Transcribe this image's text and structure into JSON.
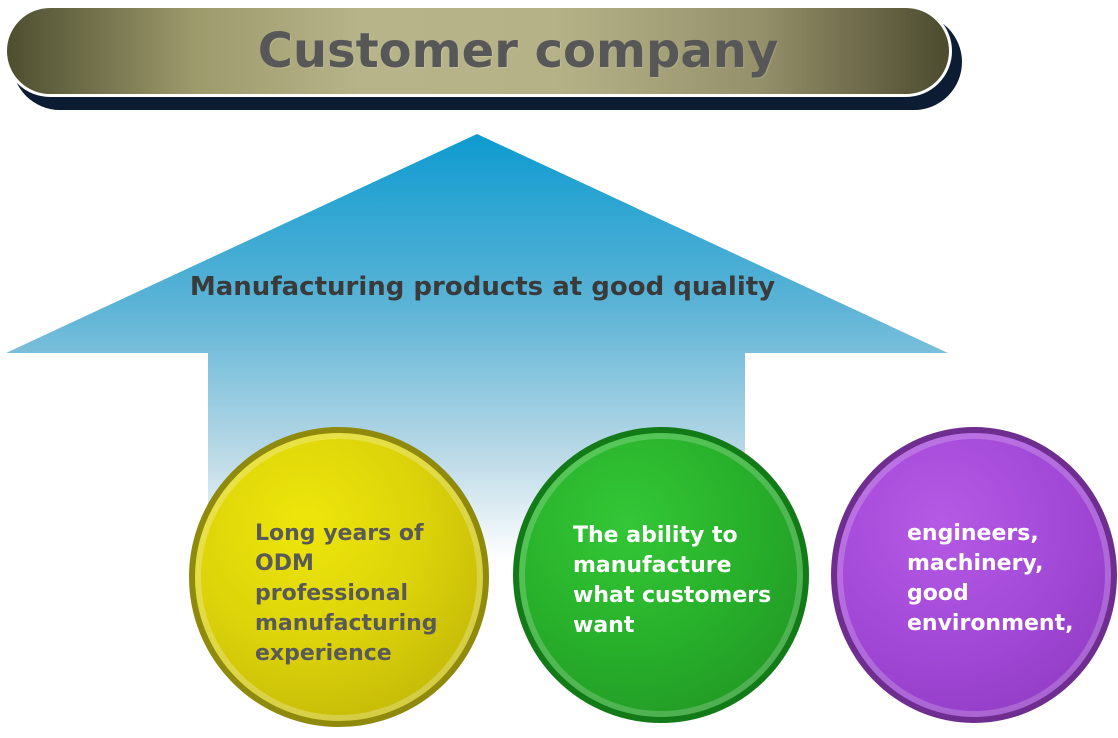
{
  "banner": {
    "title": "Customer company"
  },
  "arrow": {
    "caption": "Manufacturing products at good quality"
  },
  "circles": [
    {
      "lines": [
        "Long years of",
        "ODM",
        "professional",
        "manufacturing",
        "experience"
      ],
      "color": "#dcd30a"
    },
    {
      "lines": [
        "The ability to",
        "manufacture",
        "what customers",
        "want"
      ],
      "color": "#28b12b"
    },
    {
      "lines": [
        "engineers,",
        "machinery,",
        "good",
        "environment,"
      ],
      "color": "#a44ad9"
    }
  ],
  "colors": {
    "banner_gold": "#b8b48a",
    "arrow_blue": "#0e9bd0"
  }
}
